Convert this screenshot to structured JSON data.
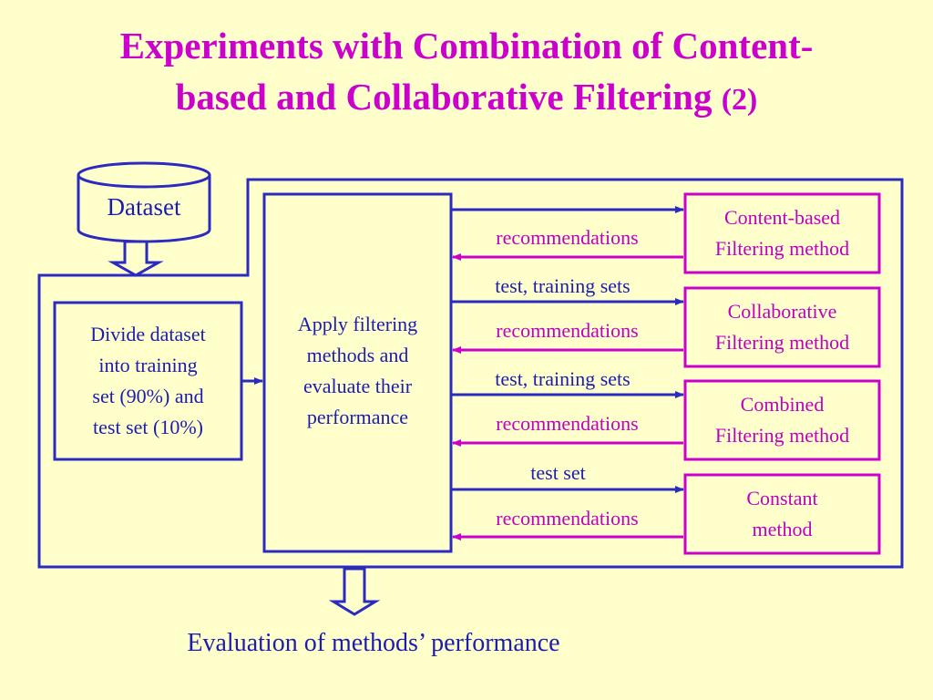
{
  "title": {
    "line1": "Experiments with Combination of Content-",
    "line2": "based and Collaborative Filtering",
    "suffix": "(2)"
  },
  "dataset": {
    "label": "Dataset"
  },
  "divide": {
    "line1": "Divide dataset",
    "line2": "into training",
    "line3": "set (90%) and",
    "line4": "test set (10%)"
  },
  "apply": {
    "line1": "Apply filtering",
    "line2": "methods and",
    "line3": "evaluate their",
    "line4": "performance"
  },
  "methods": [
    {
      "line1": "Content-based",
      "line2": "Filtering method"
    },
    {
      "line1": "Collaborative",
      "line2": "Filtering method"
    },
    {
      "line1": "Combined",
      "line2": "Filtering method"
    },
    {
      "line1": "Constant",
      "line2": "method"
    }
  ],
  "arrows": {
    "recommendations": "recommendations",
    "test_training": "test, training sets",
    "test_set": "test set"
  },
  "footer": "Evaluation of methods’ performance",
  "colors": {
    "blue": "#2b2bc0",
    "magenta": "#cc00cc",
    "background": "#ffffcc"
  }
}
